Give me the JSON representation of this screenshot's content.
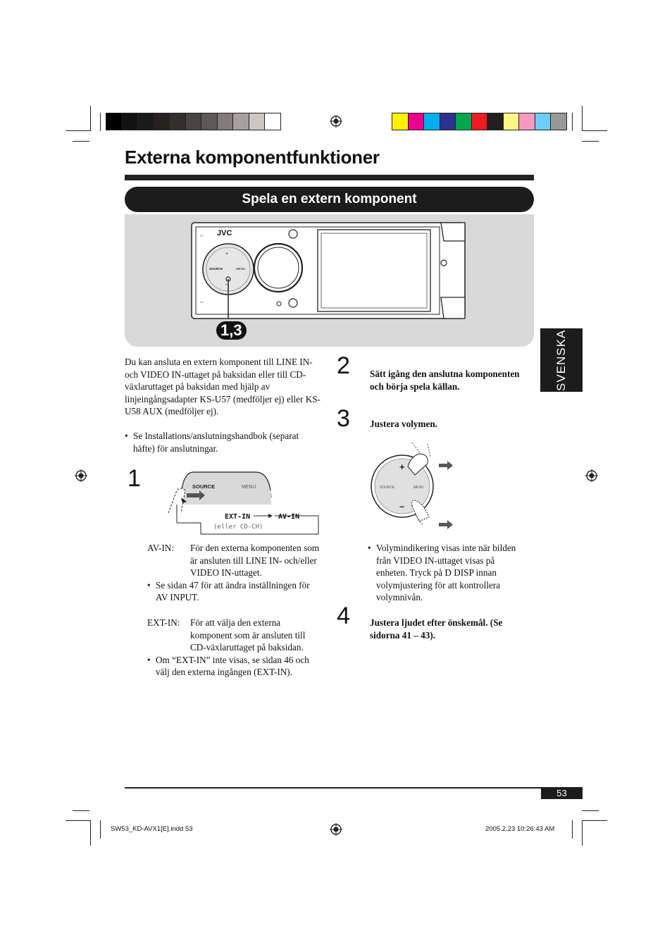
{
  "title": "Externa komponentfunktioner",
  "section_title": "Spela en extern komponent",
  "language_tab": "SVENSKA",
  "figure_main": {
    "brand": "JVC",
    "source_label": "SOURCE",
    "menu_label": "MENU",
    "callout": "1,3"
  },
  "intro_paragraph": "Du kan ansluta en extern komponent till LINE IN- och VIDEO IN-uttaget på baksidan eller till CD-växlaruttaget på baksidan med hjälp av linjeingångsadapter KS-U57 (medföljer ej) eller KS-U58 AUX (medföljer ej).",
  "intro_bullet": "Se Installations/anslutningshandbok (separat häfte) för anslutningar.",
  "step1": {
    "number": "1",
    "figure": {
      "source_label": "SOURCE",
      "menu_label": "MENU",
      "ext_in": "EXT-IN",
      "av_in": "AV-IN",
      "alt": "(eller CD-CH)"
    },
    "avin_term": "AV-IN:",
    "avin_desc": "För den externa komponenten som är ansluten till LINE IN- och/eller VIDEO IN-uttaget.",
    "avin_bullet": "Se sidan 47 för att ändra inställningen för AV INPUT.",
    "extin_term": "EXT-IN:",
    "extin_desc": "För att välja den externa komponent som är ansluten till CD-växlaruttaget på baksidan.",
    "extin_bullet": "Om “EXT-IN” inte visas, se sidan 46 och välj den externa ingången (EXT-IN)."
  },
  "step2": {
    "number": "2",
    "text": "Sätt igång den anslutna komponenten och börja spela källan."
  },
  "step3": {
    "number": "3",
    "text": "Justera volymen.",
    "figure": {
      "source_label": "SOURCE",
      "menu_label": "MENU",
      "plus": "+",
      "minus": "–"
    },
    "bullet": "Volymindikering visas inte när bilden från VIDEO IN-uttaget visas på enheten. Tryck på D DISP innan volymjustering för att kontrollera volymnivån."
  },
  "step4": {
    "number": "4",
    "text": "Justera ljudet efter önskemål. (Se sidorna 41 – 43)."
  },
  "page_number": "53",
  "slug_left": "SW53_KD-AVX1[E].indd   53",
  "slug_right": "2005.2.23   10:26:43 AM",
  "colors": {
    "gray_bar": [
      "#000000",
      "#111111",
      "#1a1a1a",
      "#262222",
      "#342e2e",
      "#4a4444",
      "#5f5858",
      "#837b7b",
      "#a79f9f",
      "#cdc6c6",
      "#ffffff"
    ],
    "color_bar": [
      "#fff200",
      "#ec008c",
      "#00aeef",
      "#2e3192",
      "#00a651",
      "#ed1c24",
      "#231f20",
      "#fff685",
      "#f49ac1",
      "#6dcff6",
      "#999999"
    ]
  }
}
